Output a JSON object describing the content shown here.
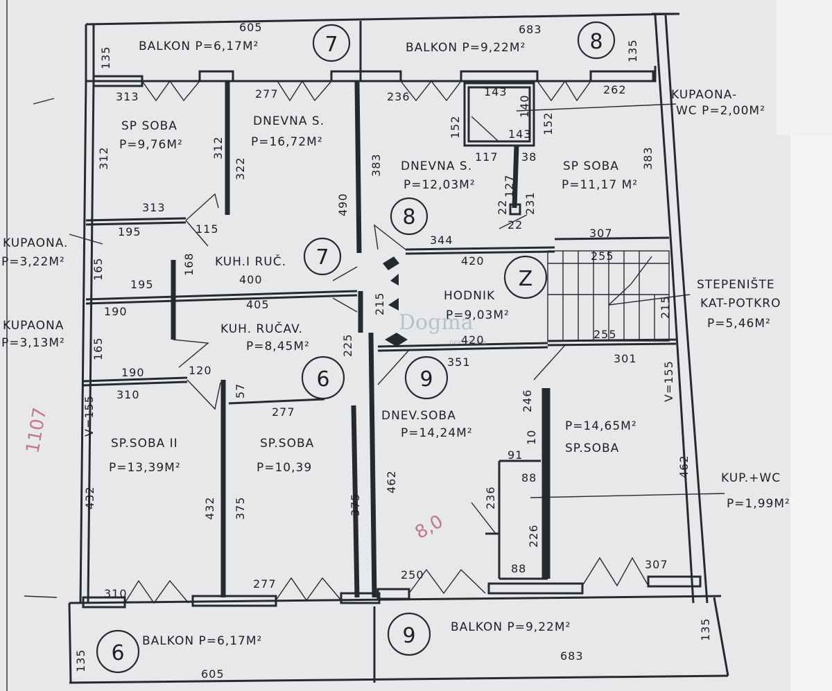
{
  "labels": {
    "balkon7": "BALKON  P=6,17M²",
    "balkon8": "BALKON  P=9,22M²",
    "balkon6": "BALKON  P=6,17M²",
    "balkon9": "BALKON  P=9,22M²",
    "sp_soba_7_name": "SP SOBA",
    "sp_soba_7_area": "P=9,76M²",
    "dnevna_7_name": "DNEVNA S.",
    "dnevna_7_area": "P=16,72M²",
    "dnevna_8_name": "DNEVNA S.",
    "dnevna_8_area": "P=12,03M²",
    "sp_soba_8_name": "SP SOBA",
    "sp_soba_8_area": "P=11,17 M²",
    "kupaona_wc_top_1": "KUPAONA-",
    "kupaona_wc_top_2": "WC  P=2,00M²",
    "kupaona_7_1": "KUPAONA.",
    "kupaona_7_2": "P=3,22M²",
    "kupaona_6_1": "KUPAONA",
    "kupaona_6_2": "P=3,13M²",
    "kuh_7": "KUH.I RUČ.",
    "kuh_6_name": "KUH. RUČAV.",
    "kuh_6_area": "P=8,45M²",
    "hodnik_name": "HODNIK",
    "hodnik_area": "P=9,03M²",
    "stepeniste_1": "STEPENIŠTE",
    "stepeniste_2": "KAT-POTKRO",
    "stepeniste_3": "P=5,46M²",
    "sp_soba_ii_name": "SP.SOBA II",
    "sp_soba_ii_area": "P=13,39M²",
    "sp_soba_6_name": "SP.SOBA",
    "sp_soba_6_area": "P=10,39",
    "dnev_soba_9_name": "DNEV.SOBA",
    "dnev_soba_9_area": "P=14,24M²",
    "sp_soba_9_area": "P=14,65M²",
    "sp_soba_9_name": "SP.SOBA",
    "kup_wc_9_1": "KUP.+WC",
    "kup_wc_9_2": "P=1,99M²"
  },
  "unit_numbers": {
    "top_left": "7",
    "top_right": "8",
    "center_7": "7",
    "center_8": "8",
    "center_6": "6",
    "center_9": "9",
    "bottom_left": "6",
    "bottom_right": "9",
    "stair": "Z"
  },
  "dimensions": {
    "d605_top": "605",
    "d683_top": "683",
    "d135_tl": "135",
    "d135_tr": "135",
    "d313_a": "313",
    "d277_a": "277",
    "d236": "236",
    "d143_a": "143",
    "d140": "140",
    "d262": "262",
    "d152_a": "152",
    "d152_b": "152",
    "d143_b": "143",
    "d117": "117",
    "d38": "38",
    "d127": "127",
    "d22_a": "22",
    "d231": "231",
    "d22_b": "22",
    "d312_a": "312",
    "d312_b": "312",
    "d322": "322",
    "d383_a": "383",
    "d383_b": "383",
    "d490": "490",
    "d313_b": "313",
    "d195_a": "195",
    "d115": "115",
    "d344": "344",
    "d307_a": "307",
    "d165_a": "165",
    "d168": "168",
    "d195_b": "195",
    "d400": "400",
    "d420_a": "420",
    "d255_a": "255",
    "d405": "405",
    "d190_a": "190",
    "d215_a": "215",
    "d215_b": "215",
    "d255_b": "255",
    "d420_b": "420",
    "d165_b": "165",
    "d225": "225",
    "d351": "351",
    "d301": "301",
    "dV155_r": "V=155",
    "d190_b": "190",
    "d120": "120",
    "d57": "57",
    "d310_a": "310",
    "dV155_l": "V=155",
    "d277_b": "277",
    "d246": "246",
    "d10": "10",
    "d91": "91",
    "d88_a": "88",
    "d432_a": "432",
    "d432_b": "432",
    "d375_a": "375",
    "d375_b": "375",
    "d462_a": "462",
    "d462_b": "462",
    "d236_b": "236",
    "d226": "226",
    "d88_b": "88",
    "d310_b": "310",
    "d277_c": "277",
    "d250": "250",
    "d307_b": "307",
    "d135_bl": "135",
    "d135_br": "135",
    "d605_bot": "605",
    "d683_bot": "683"
  },
  "watermark": {
    "brand": "Dogma",
    "sub": "nekretnine"
  },
  "handwritten": {
    "side_note": "1107",
    "scribble": "8,0"
  },
  "colors": {
    "ink": "#26292e",
    "paper": "#e6e8ea",
    "handwriting": "#c27a86"
  }
}
